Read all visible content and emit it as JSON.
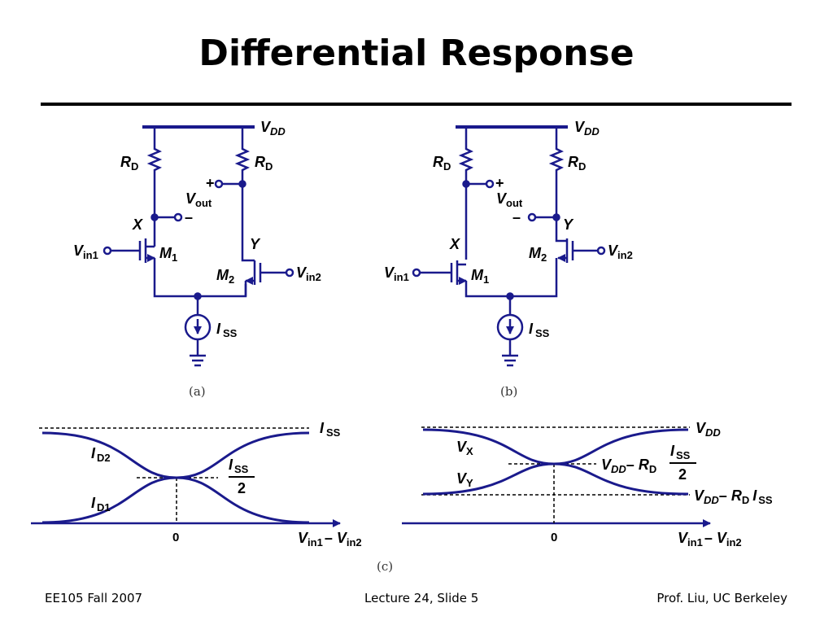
{
  "slide": {
    "title": "Differential Response",
    "footer_left": "EE105 Fall 2007",
    "footer_center": "Lecture 24, Slide 5",
    "footer_right": "Prof. Liu, UC Berkeley"
  },
  "circuit_a": {
    "caption": "(a)",
    "vdd": {
      "main": "V",
      "sub": "DD"
    },
    "rd_left": {
      "main": "R",
      "sub": "D"
    },
    "rd_right": {
      "main": "R",
      "sub": "D"
    },
    "vout": {
      "main": "V",
      "sub": "out"
    },
    "plus": "+",
    "minus": "–",
    "node_x": "X",
    "node_y": "Y",
    "m1": {
      "main": "M",
      "sub": "1"
    },
    "m2": {
      "main": "M",
      "sub": "2"
    },
    "vin1": {
      "main": "V",
      "sub": "in1"
    },
    "vin2": {
      "main": "V",
      "sub": "in2"
    },
    "iss": {
      "main": "I",
      "sub": "SS"
    }
  },
  "circuit_b": {
    "caption": "(b)",
    "vdd": {
      "main": "V",
      "sub": "DD"
    },
    "rd_left": {
      "main": "R",
      "sub": "D"
    },
    "rd_right": {
      "main": "R",
      "sub": "D"
    },
    "vout": {
      "main": "V",
      "sub": "out"
    },
    "plus": "+",
    "minus": "–",
    "node_x": "X",
    "node_y": "Y",
    "m1": {
      "main": "M",
      "sub": "1"
    },
    "m2": {
      "main": "M",
      "sub": "2"
    },
    "vin1": {
      "main": "V",
      "sub": "in1"
    },
    "vin2": {
      "main": "V",
      "sub": "in2"
    },
    "iss": {
      "main": "I",
      "sub": "SS"
    }
  },
  "graphs": {
    "caption": "(c)",
    "left": {
      "iss": {
        "main": "I",
        "sub": "SS"
      },
      "id2": {
        "main": "I",
        "sub": "D2"
      },
      "id1": {
        "main": "I",
        "sub": "D1"
      },
      "half_num": {
        "main": "I",
        "sub": "SS"
      },
      "half_den": "2",
      "origin": "0",
      "xaxis": {
        "a": "V",
        "a_sub": "in1",
        "op": "– ",
        "b": "V",
        "b_sub": "in2"
      }
    },
    "right": {
      "vdd": {
        "main": "V",
        "sub": "DD"
      },
      "vx": {
        "main": "V",
        "sub": "X"
      },
      "vy": {
        "main": "V",
        "sub": "Y"
      },
      "mid_prefix": {
        "v": "V",
        "v_sub": "DD",
        "op": "– ",
        "r": "R",
        "r_sub": "D"
      },
      "mid_num": {
        "main": "I",
        "sub": "SS"
      },
      "mid_den": "2",
      "low": {
        "v": "V",
        "v_sub": "DD",
        "op": "– ",
        "r": "R",
        "r_sub": "D",
        "i": "I",
        "i_sub": "SS"
      },
      "origin": "0",
      "xaxis": {
        "a": "V",
        "a_sub": "in1",
        "op": "– ",
        "b": "V",
        "b_sub": "in2"
      }
    }
  },
  "colors": {
    "wire": "#1a1a8c",
    "text": "#000000",
    "caption": "#333333"
  }
}
